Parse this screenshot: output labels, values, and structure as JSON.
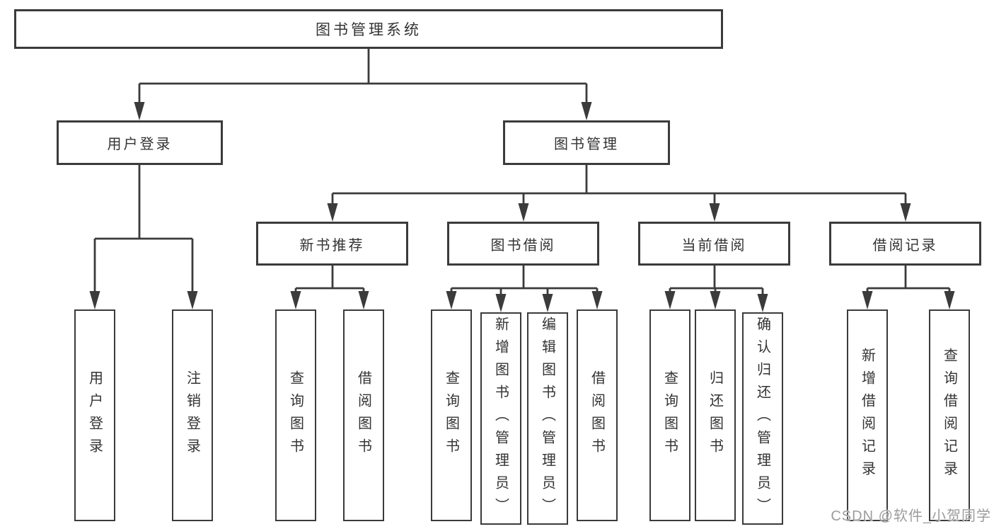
{
  "colors": {
    "line": "#3b3b3b",
    "text": "#333333",
    "watermark": "#9c9c9c",
    "background": "#ffffff"
  },
  "nodes": {
    "root": {
      "label": "图书管理系统"
    },
    "user_login": {
      "label": "用户登录"
    },
    "book_mgmt": {
      "label": "图书管理"
    },
    "new_rec": {
      "label": "新书推荐"
    },
    "book_borrow": {
      "label": "图书借阅"
    },
    "current_borrow": {
      "label": "当前借阅"
    },
    "borrow_record": {
      "label": "借阅记录"
    },
    "leaf_user_login": {
      "label": "用户登录"
    },
    "leaf_logout": {
      "label": "注销登录"
    },
    "leaf_query_book_rec": {
      "label": "查询图书"
    },
    "leaf_borrow_book_rec": {
      "label": "借阅图书"
    },
    "leaf_query_book_borrow": {
      "label": "查询图书"
    },
    "leaf_add_book": {
      "label": "新增图书（管理员）"
    },
    "leaf_edit_book": {
      "label": "编辑图书（管理员）"
    },
    "leaf_borrow_book": {
      "label": "借阅图书"
    },
    "leaf_query_book_current": {
      "label": "查询图书"
    },
    "leaf_return_book": {
      "label": "归还图书"
    },
    "leaf_confirm_return": {
      "label": "确认归还（管理员）"
    },
    "leaf_add_borrow_record": {
      "label": "新增借阅记录"
    },
    "leaf_query_borrow_record": {
      "label": "查询借阅记录"
    }
  },
  "watermark": {
    "text": "CSDN @软件_小贺同学"
  }
}
